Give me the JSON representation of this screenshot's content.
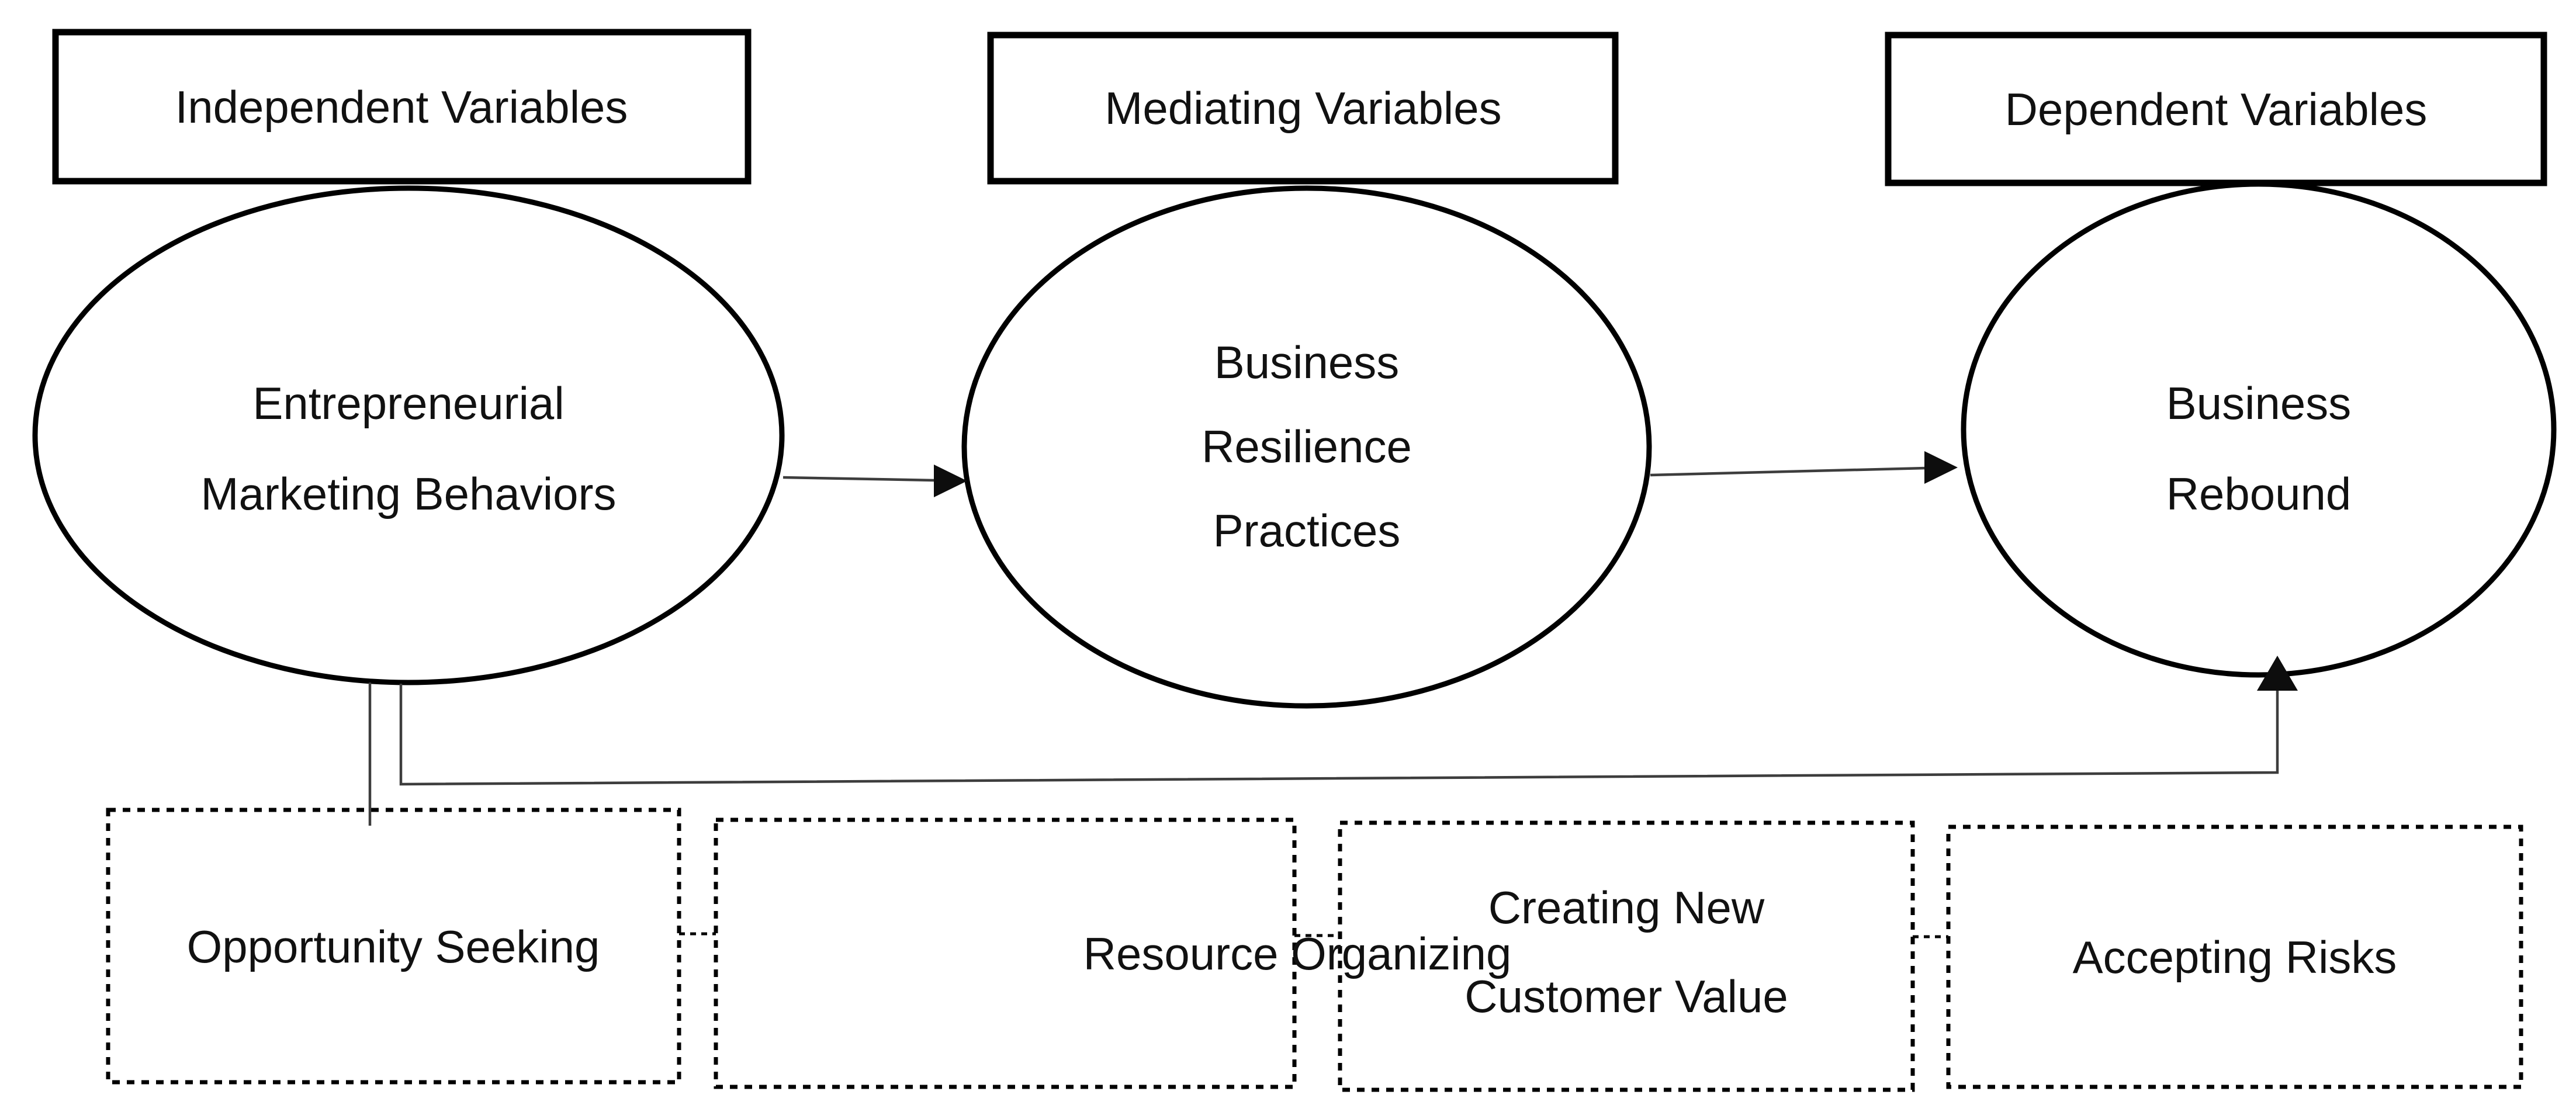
{
  "diagram": {
    "background_color": "#ffffff",
    "shape_stroke_color": "#000000",
    "connector_color": "#3d3d3d",
    "text_color": "#111111",
    "headers": {
      "independent": "Independent Variables",
      "mediating": "Mediating Variables",
      "dependent": "Dependent Variables"
    },
    "ellipses": {
      "independent": {
        "lines": [
          "Entrepreneurial",
          "Marketing Behaviors"
        ]
      },
      "mediating": {
        "lines": [
          "Business",
          "Resilience",
          "Practices"
        ]
      },
      "dependent": {
        "lines": [
          "Business",
          "Rebound"
        ]
      }
    },
    "dimensions": {
      "opportunity_seeking": {
        "lines": [
          "Opportunity Seeking"
        ]
      },
      "resource_organizing": {
        "lines": [
          "Resource Organizing"
        ]
      },
      "creating_new_customer_value": {
        "lines": [
          "Creating New",
          "Customer Value"
        ]
      },
      "accepting_risks": {
        "lines": [
          "Accepting Risks"
        ]
      }
    }
  }
}
